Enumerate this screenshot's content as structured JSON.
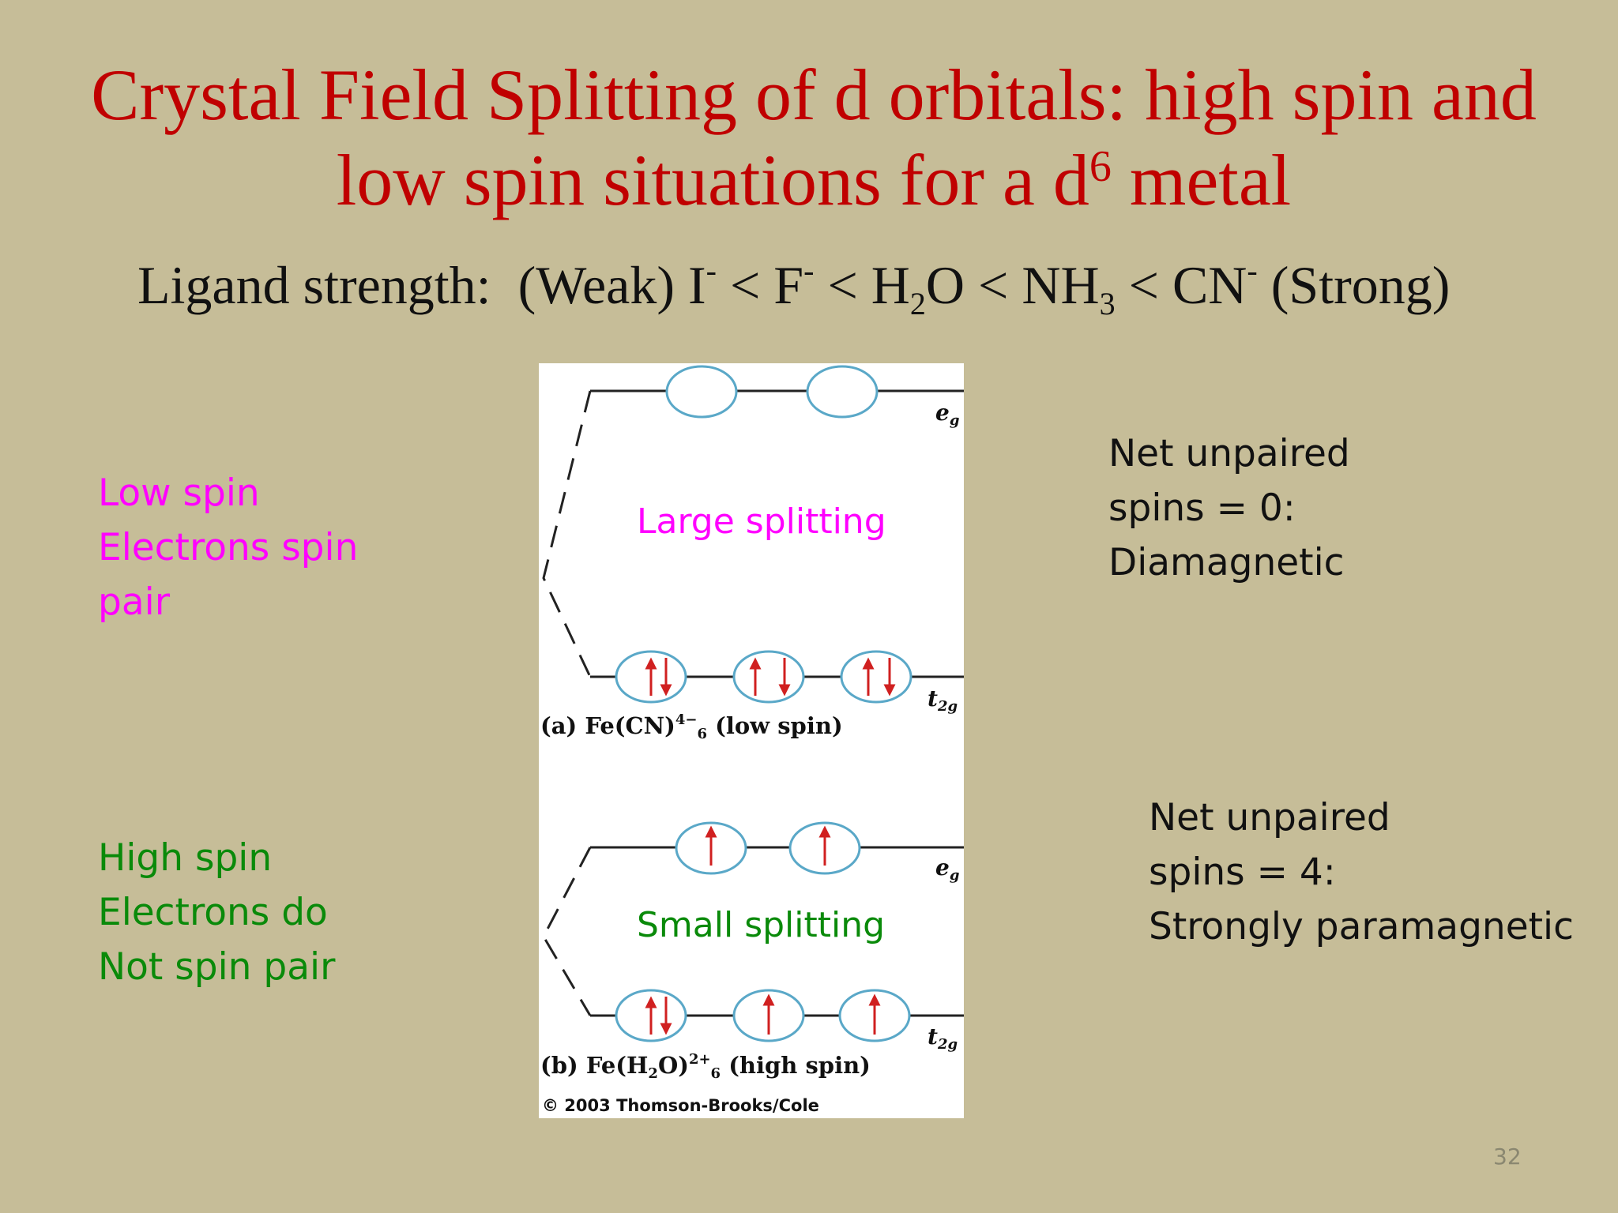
{
  "title": {
    "line1": "Crystal Field Splitting of d orbitals: high spin and",
    "line2_pre": "low spin situations for a d",
    "line2_sup": "6",
    "line2_post": " metal"
  },
  "ligand_series": {
    "label": "Ligand strength:",
    "weak": "(Weak) I",
    "i_sup": "-",
    "lt1": " < F",
    "f_sup": "-",
    "lt2": " < H",
    "h2o_sub": "2",
    "lt3": "O < NH",
    "nh3_sub": "3",
    "lt4": " < CN",
    "cn_sup": "-",
    "strong": " (Strong)"
  },
  "low_spin_label": [
    "Low spin",
    "Electrons spin",
    "pair"
  ],
  "high_spin_label": [
    "High spin",
    "Electrons do",
    "Not spin pair"
  ],
  "low_spin_result": [
    "Net unpaired",
    "spins = 0:",
    "Diamagnetic"
  ],
  "high_spin_result": [
    "Net unpaired",
    "spins = 4:",
    "Strongly paramagnetic"
  ],
  "figure": {
    "panel_a": {
      "eg_label": "e",
      "eg_sub": "g",
      "t2g_label": "t",
      "t2g_sub": "2g",
      "splitting_text": "Large splitting",
      "caption_prefix": "(a)",
      "caption_formula": "Fe(CN)",
      "caption_sub": "6",
      "caption_sup": "4−",
      "caption_suffix": "(low spin)"
    },
    "panel_b": {
      "eg_label": "e",
      "eg_sub": "g",
      "t2g_label": "t",
      "t2g_sub": "2g",
      "splitting_text": "Small splitting",
      "caption_prefix": "(b)",
      "caption_formula_a": "Fe(H",
      "caption_h_sub": "2",
      "caption_formula_b": "O)",
      "caption_sub": "6",
      "caption_sup": "2+",
      "caption_suffix": "(high spin)"
    },
    "copyright": "© 2003 Thomson-Brooks/Cole",
    "orbital_occupancy": {
      "low_spin_eg": [
        "",
        ""
      ],
      "low_spin_t2g": [
        "↑↓",
        "↑↓",
        "↑↓"
      ],
      "high_spin_eg": [
        "↑",
        "↑"
      ],
      "high_spin_t2g": [
        "↑↓",
        "↑",
        "↑"
      ]
    }
  },
  "colors": {
    "background": "#c6bd98",
    "title": "#c00000",
    "low_spin": "#ff00ff",
    "high_spin": "#0a8a0a",
    "orbital": "#5aa8c8",
    "arrow": "#d02020"
  },
  "page_number": "32"
}
